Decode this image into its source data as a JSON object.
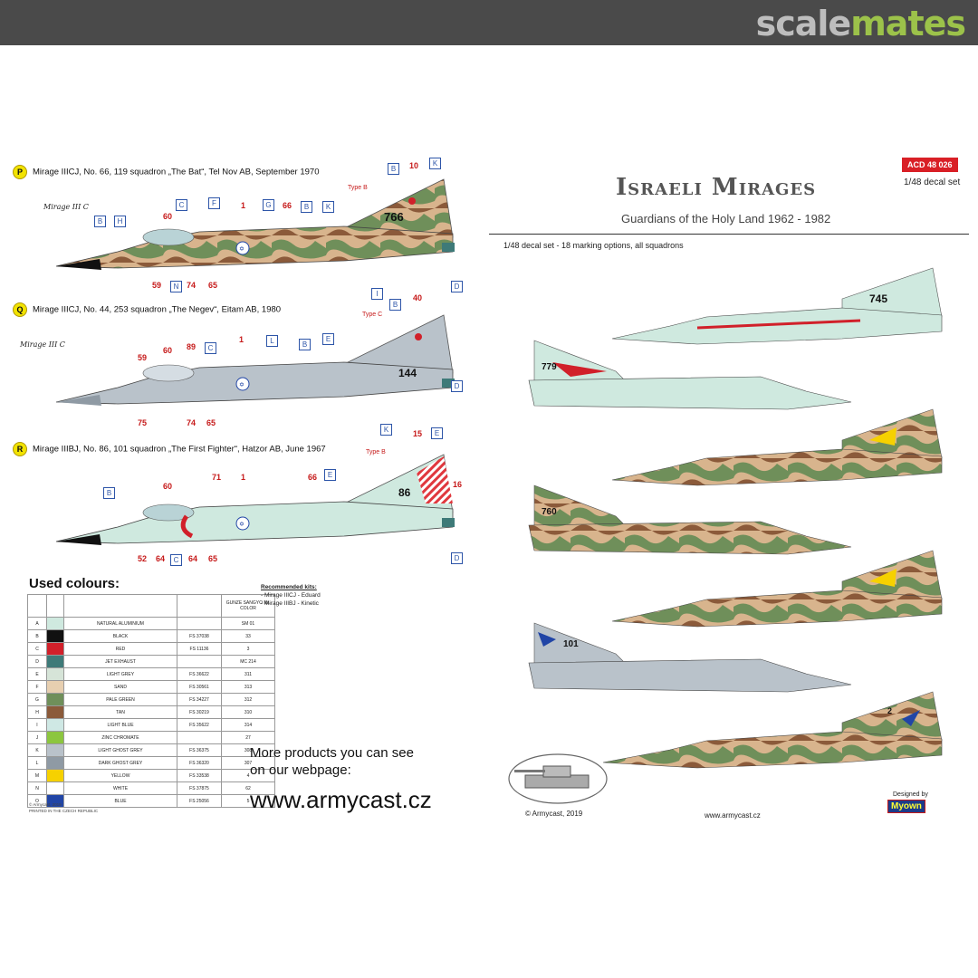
{
  "header": {
    "logo_part1": "scale",
    "logo_part2": "mates"
  },
  "sheet": {
    "product_code": "ACD 48 026",
    "scale_label": "1/48 decal set",
    "title": "Israeli Mirages",
    "subtitle": "Guardians of the Holy Land 1962 - 1982",
    "subline": "1/48 decal set - 18 marking options, all squadrons"
  },
  "options": [
    {
      "letter": "P",
      "caption": "Mirage IIICJ, No. 66, 119 squadron „The Bat“, Tel Nov AB, September 1970",
      "tail": "766",
      "decal_label": "Mirage III C"
    },
    {
      "letter": "Q",
      "caption": "Mirage IIICJ, No. 44, 253 squadron „The Negev“, Eitam AB, 1980",
      "tail": "144",
      "decal_label": "Mirage III C"
    },
    {
      "letter": "R",
      "caption": "Mirage IIIBJ, No. 86, 101 squadron „The First Fighter“, Hatzor AB, June 1967",
      "tail": "86"
    }
  ],
  "callouts": {
    "p_red": [
      "10",
      "60",
      "1",
      "66",
      "59",
      "74",
      "65"
    ],
    "p_blue": [
      "B",
      "K",
      "C",
      "F",
      "G",
      "B",
      "K",
      "H",
      "B",
      "N",
      "I",
      "D"
    ],
    "q_red": [
      "40",
      "60",
      "89",
      "1",
      "59",
      "75",
      "74",
      "65"
    ],
    "q_blue": [
      "B",
      "C",
      "L",
      "B",
      "E",
      "D",
      "K"
    ],
    "r_red": [
      "15",
      "16",
      "60",
      "71",
      "1",
      "66",
      "52",
      "64",
      "64",
      "65"
    ],
    "r_blue": [
      "E",
      "E",
      "B",
      "C",
      "D"
    ],
    "type_labels": [
      "Type B",
      "Type C",
      "Type B"
    ]
  },
  "used_colours": {
    "heading": "Used colours:",
    "gunze_header": "GUNZE SANGYO Mr. COLOR",
    "rows": [
      {
        "code": "A",
        "name": "NATURAL ALUMINIUM",
        "fs": "",
        "gunze": "SM 01",
        "hex": "#cfe9df"
      },
      {
        "code": "B",
        "name": "BLACK",
        "fs": "FS 37038",
        "gunze": "33",
        "hex": "#111111"
      },
      {
        "code": "C",
        "name": "RED",
        "fs": "FS 11136",
        "gunze": "3",
        "hex": "#d1202a"
      },
      {
        "code": "D",
        "name": "JET EXHAUST",
        "fs": "",
        "gunze": "MC 214",
        "hex": "#3e7a78"
      },
      {
        "code": "E",
        "name": "LIGHT GREY",
        "fs": "FS 36622",
        "gunze": "311",
        "hex": "#d6e4d8"
      },
      {
        "code": "F",
        "name": "SAND",
        "fs": "FS 30561",
        "gunze": "313",
        "hex": "#e7cfb0"
      },
      {
        "code": "G",
        "name": "PALE GREEN",
        "fs": "FS 34227",
        "gunze": "312",
        "hex": "#6f8f5a"
      },
      {
        "code": "H",
        "name": "TAN",
        "fs": "FS 30219",
        "gunze": "310",
        "hex": "#8b5a3a"
      },
      {
        "code": "I",
        "name": "LIGHT BLUE",
        "fs": "FS 35622",
        "gunze": "314",
        "hex": "#cfe8e4"
      },
      {
        "code": "J",
        "name": "ZINC CHROMATE",
        "fs": "",
        "gunze": "27",
        "hex": "#8cc63f"
      },
      {
        "code": "K",
        "name": "LIGHT GHOST GREY",
        "fs": "FS 36375",
        "gunze": "308",
        "hex": "#b9c2ca"
      },
      {
        "code": "L",
        "name": "DARK GHOST GREY",
        "fs": "FS 36320",
        "gunze": "307",
        "hex": "#8f9aa4"
      },
      {
        "code": "M",
        "name": "YELLOW",
        "fs": "FS 33538",
        "gunze": "4",
        "hex": "#f6d100"
      },
      {
        "code": "N",
        "name": "WHITE",
        "fs": "FS 37875",
        "gunze": "62",
        "hex": "#ffffff"
      },
      {
        "code": "O",
        "name": "BLUE",
        "fs": "FS 25056",
        "gunze": "5",
        "hex": "#2145a6"
      }
    ],
    "footer1": "© Armycast, 2019",
    "footer2": "PRINTED IN THE CZECH REPUBLIC"
  },
  "recommended": {
    "heading": "Recommended kits:",
    "items": [
      "- Mirage IIICJ - Eduard",
      "- Mirage IIIBJ - Kinetic"
    ]
  },
  "promo": {
    "line1": "More products you can see",
    "line2": "on our webpage:",
    "url": "www.armycast.cz"
  },
  "footer": {
    "copyright": "© Armycast, 2019",
    "url": "www.armycast.cz",
    "designed_by": "Designed by",
    "designer": "Myown"
  },
  "right_tails": [
    "745",
    "779",
    "",
    "760",
    "",
    "101",
    "2"
  ]
}
